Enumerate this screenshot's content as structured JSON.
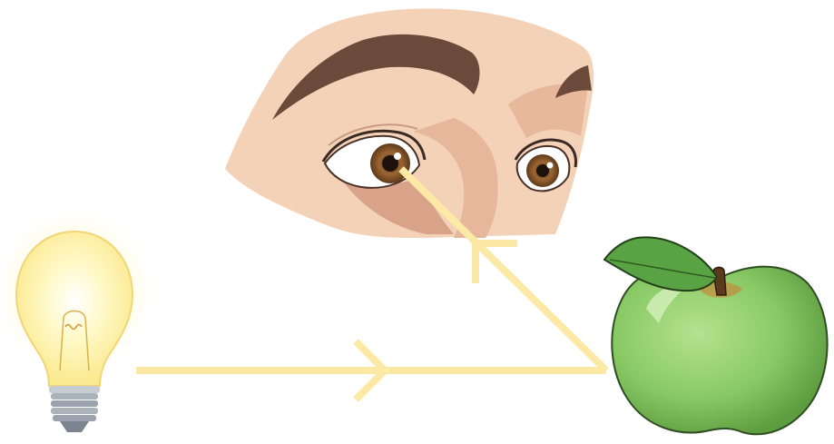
{
  "diagram": {
    "elements": [
      {
        "id": "light-source",
        "icon": "lightbulb-icon"
      },
      {
        "id": "eyes",
        "icon": "eyes-icon"
      },
      {
        "id": "object",
        "icon": "apple-icon"
      }
    ],
    "rays": [
      {
        "from": "light-source",
        "to": "object",
        "arrow": "chevron"
      },
      {
        "from": "object",
        "to": "eyes",
        "arrow": "chevron"
      }
    ]
  },
  "colors": {
    "ray": "#fde9a6",
    "skin": "#f4d2b8",
    "skin_shadow": "#d9a389",
    "brow": "#6b4a3c",
    "iris": "#8a5a2c",
    "apple": "#8dcf6a",
    "apple_dark": "#4f8f35",
    "leaf": "#5aa345",
    "bulb_glow": "#fff6b0",
    "bulb_base": "#9aa3ad"
  }
}
